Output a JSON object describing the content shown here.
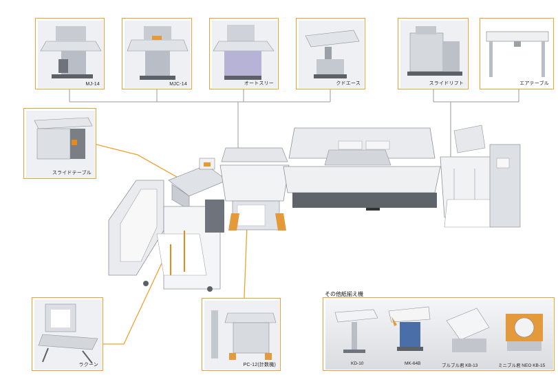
{
  "colors": {
    "frame": "#f0a02e",
    "leader_orange": "#f0a02e",
    "leader_gray": "#9a9a9a",
    "machine_light": "#e6e8ec",
    "machine_mid": "#c7cbd2",
    "machine_dark": "#6f747c",
    "accent_orange": "#e88a1a",
    "panel_purple": "#b7b3d6"
  },
  "top_cards": [
    {
      "label": "MJ-14"
    },
    {
      "label": "MJC-14"
    },
    {
      "label": "オートスリー"
    },
    {
      "label": "クドエース"
    },
    {
      "label": "スライドリフト"
    },
    {
      "label": "エアテーブル"
    }
  ],
  "side_cards": {
    "slide_table": {
      "label": "スライドテーブル"
    },
    "rakoon": {
      "label": "ラクーン"
    },
    "pc12": {
      "label": "PC-12(計数機)"
    }
  },
  "other_jogger": {
    "title": "その他紙揃え機",
    "items": [
      {
        "label": "KD-10"
      },
      {
        "label": "MK-64B"
      },
      {
        "label": "ブルブル君 KB-13"
      },
      {
        "label": "ミニブル君 NEO KB-15"
      }
    ]
  }
}
